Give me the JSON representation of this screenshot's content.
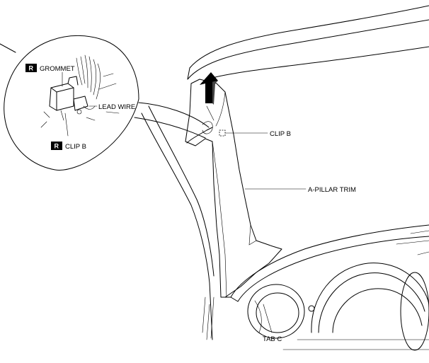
{
  "labels": {
    "grommet": "GROMMET",
    "lead_wire": "LEAD WIRE",
    "clip_b_detail": "CLIP B",
    "clip_b": "CLIP B",
    "a_pillar_trim": "A-PILLAR TRIM",
    "tab_c": "TAB C"
  },
  "badges": {
    "replace": "R"
  }
}
